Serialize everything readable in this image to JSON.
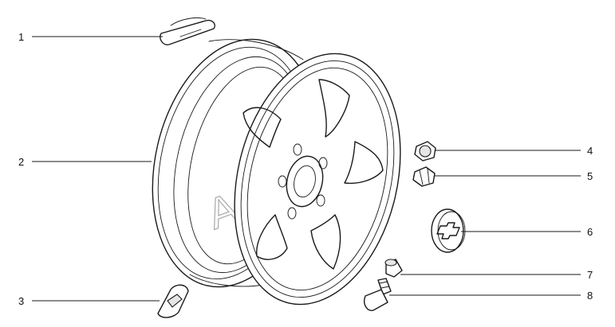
{
  "diagram": {
    "watermark": "AutoSoft",
    "callouts": [
      {
        "label": "1",
        "part": "wheel-weight"
      },
      {
        "label": "2",
        "part": "alloy-wheel"
      },
      {
        "label": "3",
        "part": "wheel-weight"
      },
      {
        "label": "4",
        "part": "wheel-nut"
      },
      {
        "label": "5",
        "part": "wheel-nut"
      },
      {
        "label": "6",
        "part": "center-cap"
      },
      {
        "label": "7",
        "part": "valve-cap"
      },
      {
        "label": "8",
        "part": "tire-valve"
      }
    ]
  }
}
